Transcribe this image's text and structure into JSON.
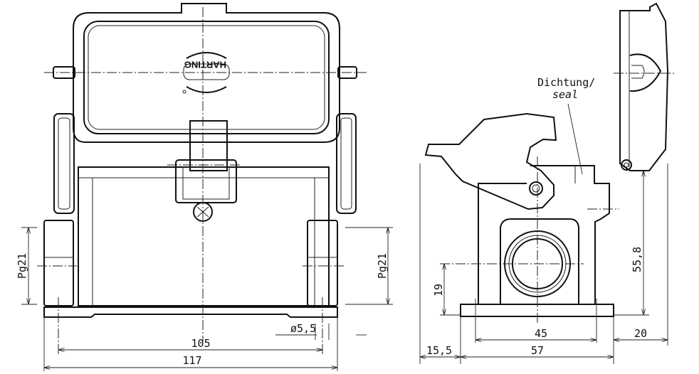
{
  "logo_text": "HARTING",
  "front_view": {
    "dimensions": {
      "thread_left": "Pg21",
      "thread_right": "Pg21",
      "hole_diameter": "ø5,5",
      "hole_spacing": "105",
      "overall_width": "117"
    }
  },
  "side_view": {
    "seal_label_de": "Dichtung/",
    "seal_label_en": "seal",
    "dimensions": {
      "entry_height": "19",
      "total_height": "55,8",
      "hole_spacing": "45",
      "base_width": "57",
      "lid_offset": "20",
      "lever_offset": "15,5"
    }
  }
}
